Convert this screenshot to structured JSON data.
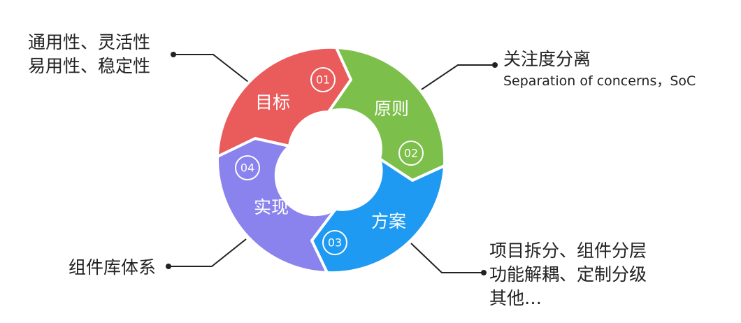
{
  "segments": [
    {
      "id": "goal",
      "label": "目标",
      "number": "01",
      "color": "#ea5b5b"
    },
    {
      "id": "principle",
      "label": "原则",
      "number": "02",
      "color": "#7dbf4b"
    },
    {
      "id": "plan",
      "label": "方案",
      "number": "03",
      "color": "#1e9af2"
    },
    {
      "id": "impl",
      "label": "实现",
      "number": "04",
      "color": "#8a83ee"
    }
  ],
  "annotations": {
    "goal": [
      "通用性、灵活性",
      "易用性、稳定性"
    ],
    "principle": {
      "title": "关注度分离",
      "subtitle": "Separation of concerns，SoC"
    },
    "plan": [
      "项目拆分、组件分层",
      "功能解耦、定制分级",
      "其他…"
    ],
    "impl": [
      "组件库体系"
    ]
  }
}
